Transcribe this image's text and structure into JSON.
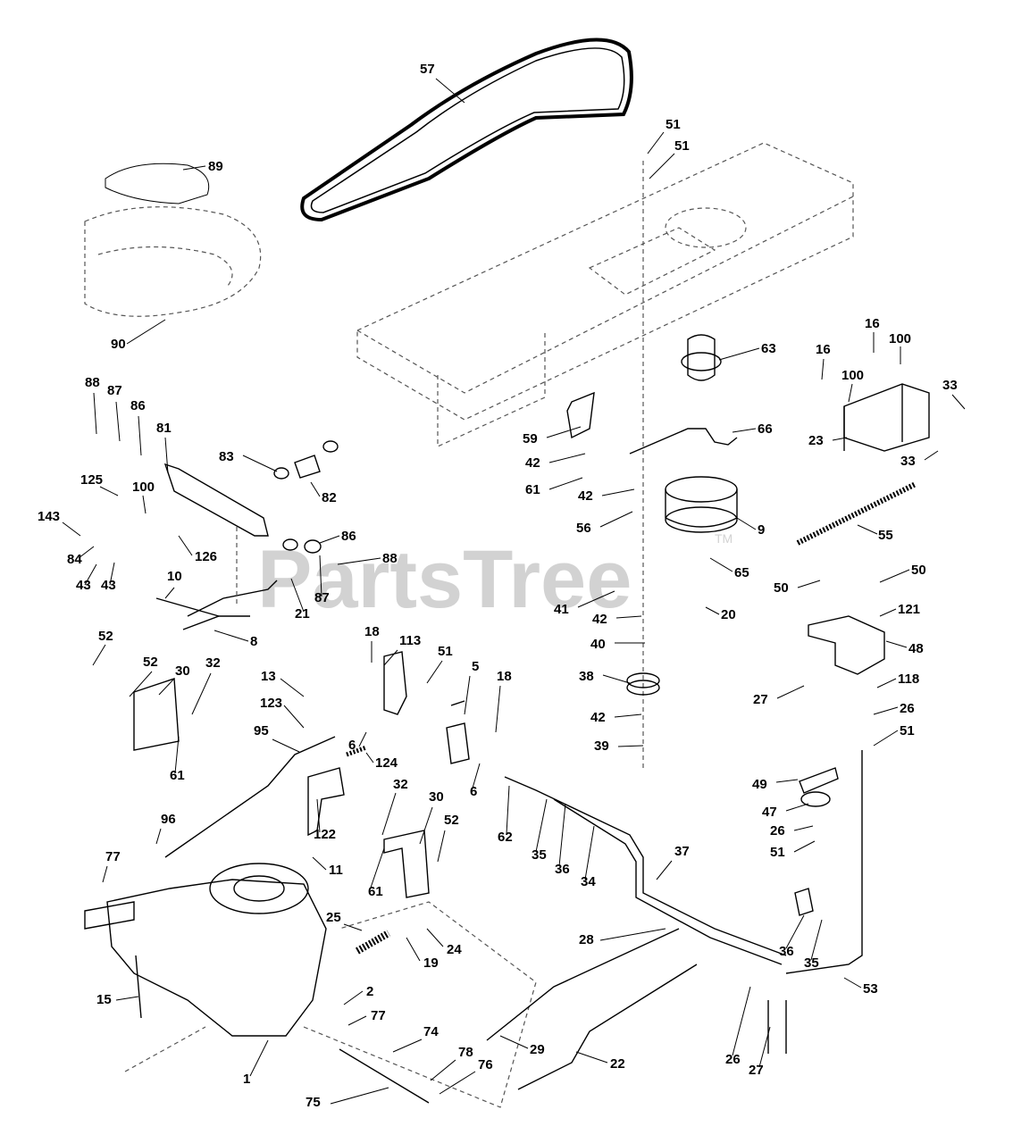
{
  "watermark": {
    "text": "PartsTree",
    "trademark": "TM",
    "color": "#d2d2d2"
  },
  "colors": {
    "linework": "#000000",
    "background": "#ffffff"
  },
  "callouts": [
    "57",
    "89",
    "51",
    "51",
    "90",
    "63",
    "16",
    "100",
    "16",
    "100",
    "33",
    "88",
    "87",
    "86",
    "81",
    "59",
    "66",
    "83",
    "82",
    "42",
    "23",
    "33",
    "125",
    "100",
    "61",
    "42",
    "9",
    "55",
    "143",
    "126",
    "86",
    "56",
    "84",
    "43",
    "43",
    "88",
    "65",
    "10",
    "21",
    "87",
    "50",
    "50",
    "41",
    "42",
    "121",
    "20",
    "8",
    "40",
    "48",
    "52",
    "52",
    "30",
    "32",
    "18",
    "113",
    "51",
    "5",
    "18",
    "38",
    "118",
    "27",
    "13",
    "123",
    "42",
    "26",
    "6",
    "39",
    "51",
    "61",
    "95",
    "124",
    "49",
    "6",
    "47",
    "62",
    "32",
    "30",
    "122",
    "52",
    "26",
    "96",
    "35",
    "36",
    "34",
    "37",
    "51",
    "77",
    "11",
    "61",
    "25",
    "24",
    "28",
    "19",
    "36",
    "35",
    "2",
    "15",
    "77",
    "53",
    "74",
    "29",
    "26",
    "22",
    "1",
    "78",
    "76",
    "27",
    "75"
  ]
}
